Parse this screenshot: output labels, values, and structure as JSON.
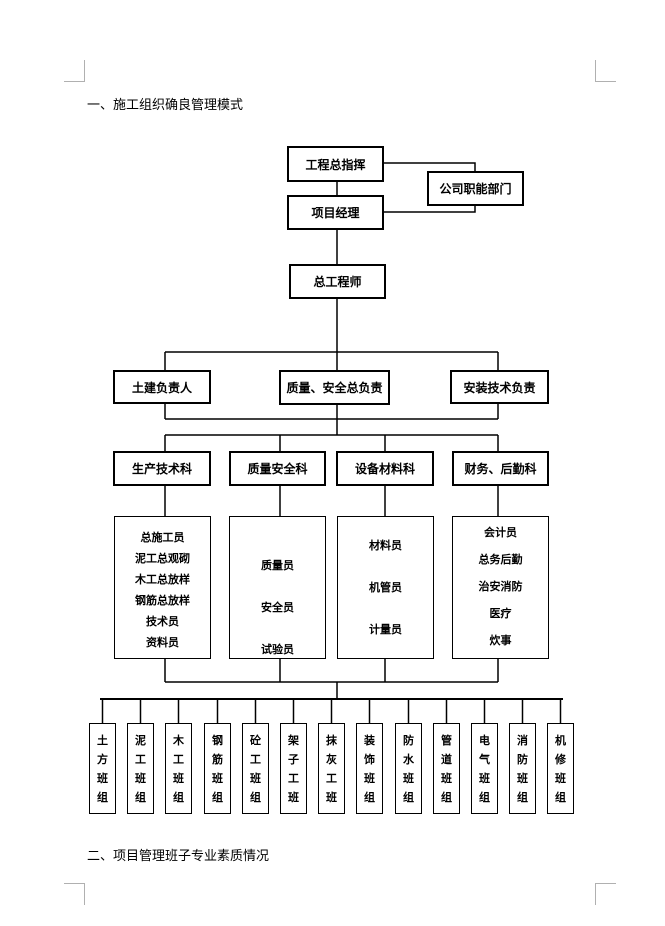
{
  "headings": {
    "section1": "一、施工组织确良管理模式",
    "section2": "二、项目管理班子专业素质情况"
  },
  "chart": {
    "commander": "工程总指挥",
    "company_dept": "公司职能部门",
    "project_manager": "项目经理",
    "chief_engineer": "总工程师",
    "leaders": [
      "土建负责人",
      "质量、安全总负责",
      "安装技术负责"
    ],
    "departments": [
      "生产技术科",
      "质量安全科",
      "设备材料科",
      "财务、后勤科"
    ],
    "staff": [
      [
        "总施工员",
        "泥工总观砌",
        "木工总放样",
        "钢筋总放样",
        "技术员",
        "资料员"
      ],
      [
        "质量员",
        "安全员",
        "试验员"
      ],
      [
        "材料员",
        "机管员",
        "计量员"
      ],
      [
        "会计员",
        "总务后勤",
        "治安消防",
        "医疗",
        "炊事"
      ]
    ],
    "teams": [
      [
        "土",
        "方",
        "班",
        "组"
      ],
      [
        "泥",
        "工",
        "班",
        "组"
      ],
      [
        "木",
        "工",
        "班",
        "组"
      ],
      [
        "钢",
        "筋",
        "班",
        "组"
      ],
      [
        "砼",
        "工",
        "班",
        "组"
      ],
      [
        "架",
        "子",
        "工",
        "班"
      ],
      [
        "抹",
        "灰",
        "工",
        "班"
      ],
      [
        "装",
        "饰",
        "班",
        "组"
      ],
      [
        "防",
        "水",
        "班",
        "组"
      ],
      [
        "管",
        "道",
        "班",
        "组"
      ],
      [
        "电",
        "气",
        "班",
        "组"
      ],
      [
        "消",
        "防",
        "班",
        "组"
      ],
      [
        "机",
        "修",
        "班",
        "组"
      ]
    ]
  }
}
